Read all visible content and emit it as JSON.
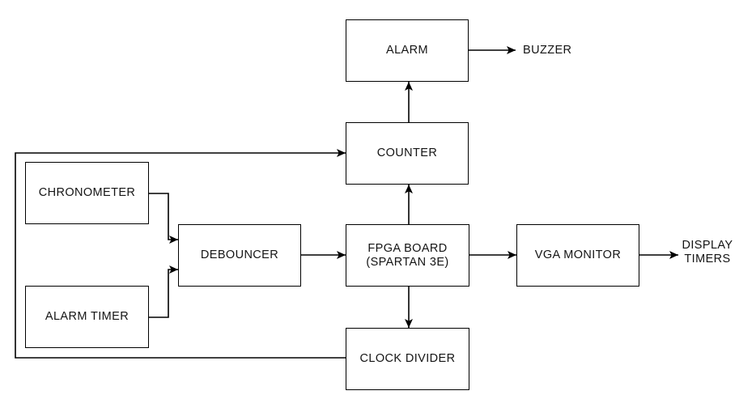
{
  "diagram": {
    "nodes": {
      "chronometer": {
        "label": "CHRONOMETER"
      },
      "alarm_timer": {
        "label": "ALARM TIMER"
      },
      "debouncer": {
        "label": "DEBOUNCER"
      },
      "fpga_board": {
        "label": "FPGA BOARD",
        "sublabel": "(SPARTAN 3E)"
      },
      "vga_monitor": {
        "label": "VGA MONITOR"
      },
      "counter": {
        "label": "COUNTER"
      },
      "alarm": {
        "label": "ALARM"
      },
      "clock_divider": {
        "label": "CLOCK DIVIDER"
      }
    },
    "terminals": {
      "buzzer": {
        "label": "BUZZER"
      },
      "display_timers": {
        "line1": "DISPLAY",
        "line2": "TIMERS"
      }
    },
    "edges": [
      {
        "from": "alarm",
        "to": "buzzer"
      },
      {
        "from": "counter",
        "to": "alarm"
      },
      {
        "from": "fpga_board",
        "to": "counter"
      },
      {
        "from": "chronometer",
        "to": "debouncer"
      },
      {
        "from": "alarm_timer",
        "to": "debouncer"
      },
      {
        "from": "debouncer",
        "to": "fpga_board"
      },
      {
        "from": "fpga_board",
        "to": "vga_monitor"
      },
      {
        "from": "vga_monitor",
        "to": "display_timers"
      },
      {
        "from": "fpga_board",
        "to": "clock_divider"
      },
      {
        "from": "clock_divider",
        "to": "counter"
      }
    ],
    "colors": {
      "line": "#000000",
      "box_border": "#000000",
      "box_fill": "#ffffff",
      "text": "#141414",
      "background": "#ffffff"
    }
  }
}
